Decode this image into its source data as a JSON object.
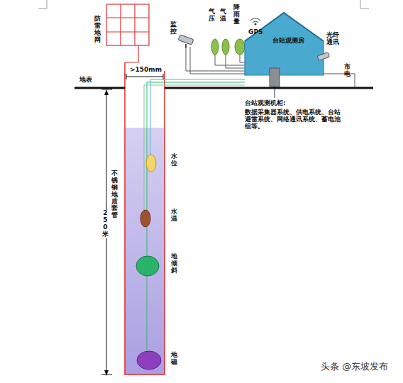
{
  "diagram": {
    "nodes": [
      {
        "text": [
          "台站观测房"
        ]
      }
    ],
    "labels": [
      "防雷地网",
      "监控",
      "气压",
      "气温",
      "降雨量",
      "GPS",
      "光纤通讯",
      "市电",
      "地表",
      ">150mm",
      "水位",
      "水温",
      "地倾斜",
      "地磁",
      "不锈钢地质套管",
      "250米",
      "台站观测机柜:",
      "数据采集器系统、供电系统、台站避雷系统、网络通讯系统、蓄电池组等。",
      "头条 @东坡发布"
    ]
  }
}
